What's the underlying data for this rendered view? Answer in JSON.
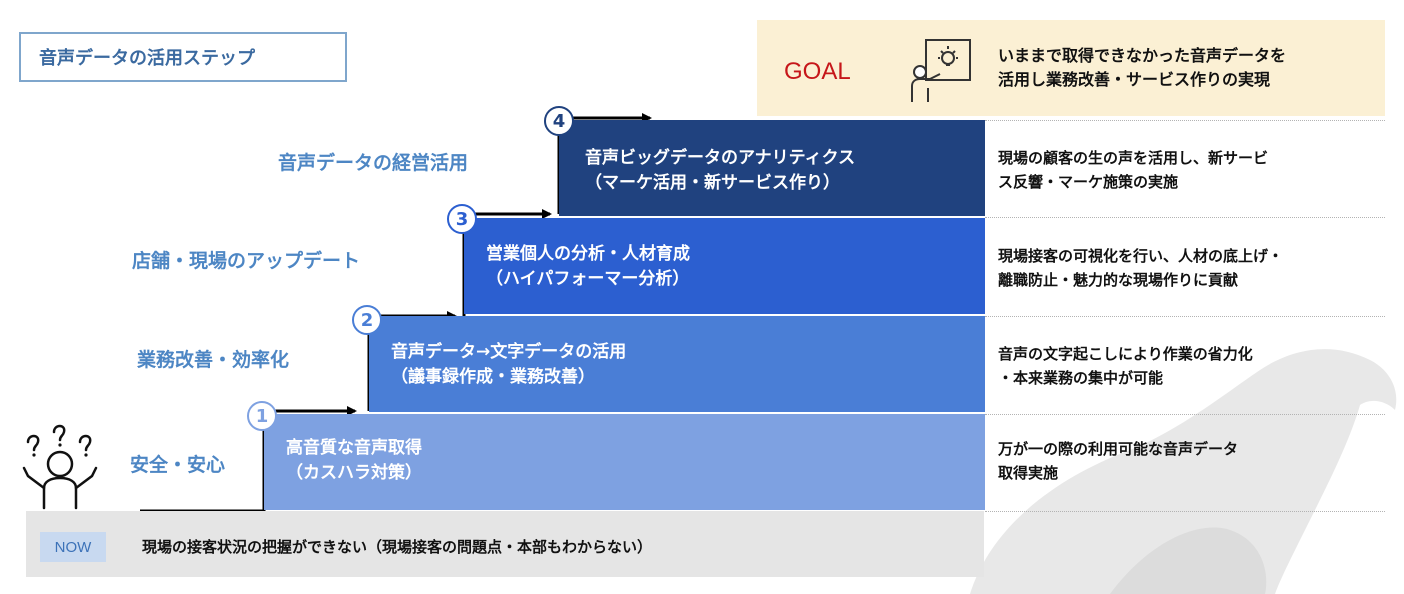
{
  "title": "音声データの活用ステップ",
  "goal": {
    "label": "GOAL",
    "icon": "presenter-lightbulb-icon",
    "text_line1": "いままで取得できなかった音声データを",
    "text_line2": "活用し業務改善・サービス作りの実現"
  },
  "steps": [
    {
      "number": "1",
      "line1": "高音質な音声取得",
      "line2": "（カスハラ対策）",
      "level": "安全・安心",
      "desc_line1": "万が一の際の利用可能な音声データ",
      "desc_line2": "取得実施"
    },
    {
      "number": "2",
      "line1": "音声データ→文字データの活用",
      "line2": "（議事録作成・業務改善）",
      "level": "業務改善・効率化",
      "desc_line1": "音声の文字起こしにより作業の省力化",
      "desc_line2": "・本来業務の集中が可能"
    },
    {
      "number": "3",
      "line1": "営業個人の分析・人材育成",
      "line2": "（ハイパフォーマー分析）",
      "level": "店舗・現場のアップデート",
      "desc_line1": "現場接客の可視化を行い、人材の底上げ・",
      "desc_line2": "離職防止・魅力的な現場作りに貢献"
    },
    {
      "number": "4",
      "line1": "音声ビッグデータのアナリティクス",
      "line2": "（マーケ活用・新サービス作り）",
      "level": "音声データの経営活用",
      "desc_line1": "現場の顧客の生の声を活用し、新サービ",
      "desc_line2": "ス反響・マーケ施策の実施"
    }
  ],
  "now": {
    "badge": "NOW",
    "text": "現場の接客状況の把握ができない（現場接客の問題点・本部もわからない）",
    "icon": "confused-person-icon"
  },
  "colors": {
    "step1": "#7ea1e1",
    "step2": "#4a7ed6",
    "step3": "#2c5fd0",
    "step4": "#20427f",
    "goal_bg": "#fbf0d4",
    "goal_label": "#c6171a",
    "level_text": "#4d86c4"
  }
}
